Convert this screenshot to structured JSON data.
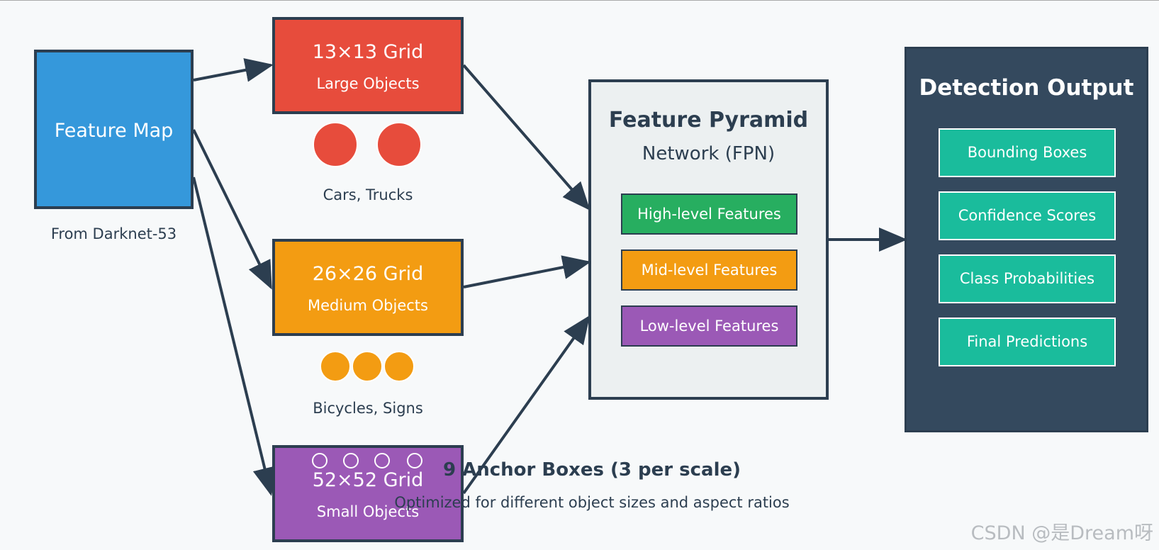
{
  "feature_map": {
    "title": "Feature Map",
    "caption": "From Darknet-53"
  },
  "grids": [
    {
      "title": "13×13 Grid",
      "subtitle": "Large Objects",
      "caption": "Cars, Trucks",
      "color": "#e74c3c"
    },
    {
      "title": "26×26 Grid",
      "subtitle": "Medium Objects",
      "caption": "Bicycles, Signs",
      "color": "#f39c12"
    },
    {
      "title": "52×52 Grid",
      "subtitle": "Small Objects",
      "color": "#9b59b6"
    }
  ],
  "fpn": {
    "title": "Feature Pyramid",
    "subtitle": "Network (FPN)",
    "levels": [
      "High-level Features",
      "Mid-level Features",
      "Low-level Features"
    ]
  },
  "output": {
    "title": "Detection Output",
    "items": [
      "Bounding Boxes",
      "Confidence Scores",
      "Class Probabilities",
      "Final Predictions"
    ]
  },
  "anchors": {
    "title": "9 Anchor Boxes (3 per scale)",
    "subtitle": "Optimized for different object sizes and aspect ratios"
  },
  "watermark": "CSDN @是Dream呀",
  "colors": {
    "stroke": "#2c3e50",
    "feature_map": "#3598db",
    "high_level": "#27ae60",
    "output_bg": "#34495e",
    "output_item": "#1abc9c",
    "fpn_bg": "#ecf0f1"
  }
}
